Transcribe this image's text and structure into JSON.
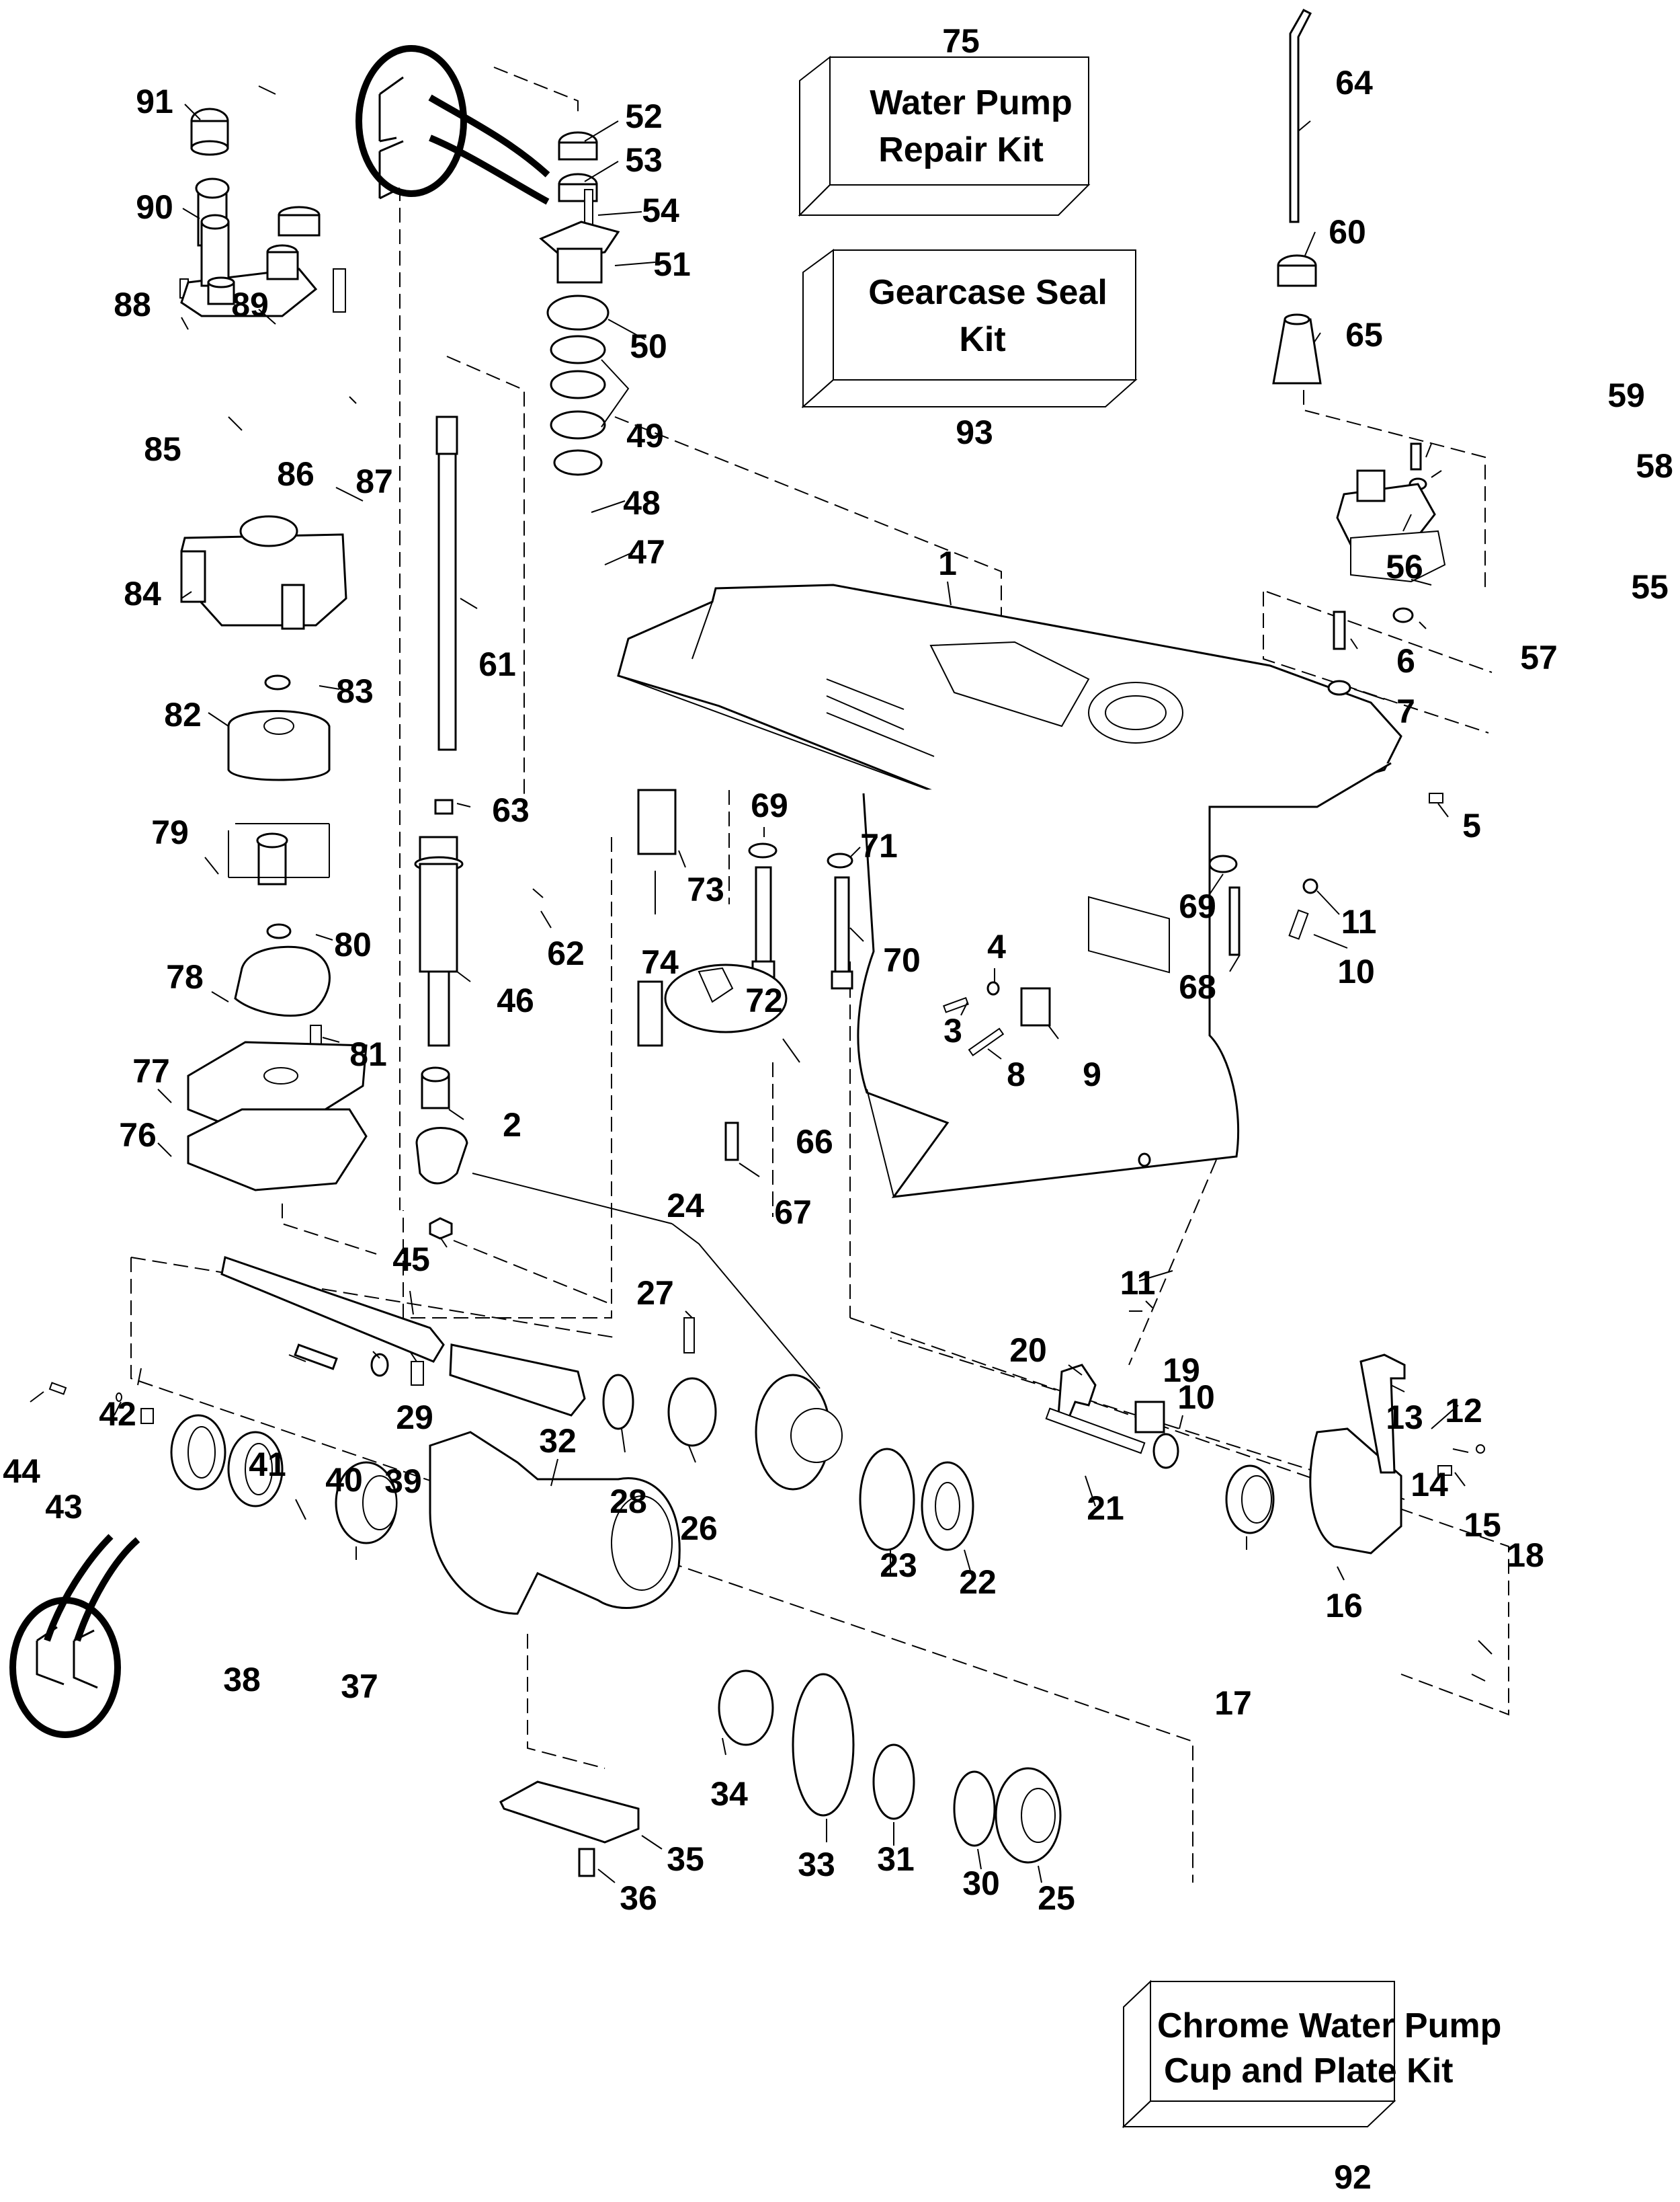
{
  "title": "Gearcase Exploded Parts Diagram",
  "callouts": [
    {
      "num": "1"
    },
    {
      "num": "2"
    },
    {
      "num": "3"
    },
    {
      "num": "4"
    },
    {
      "num": "5"
    },
    {
      "num": "6"
    },
    {
      "num": "7"
    },
    {
      "num": "8"
    },
    {
      "num": "9"
    },
    {
      "num": "10"
    },
    {
      "num": "10"
    },
    {
      "num": "11"
    },
    {
      "num": "11"
    },
    {
      "num": "12"
    },
    {
      "num": "13"
    },
    {
      "num": "14"
    },
    {
      "num": "15"
    },
    {
      "num": "16"
    },
    {
      "num": "17"
    },
    {
      "num": "18"
    },
    {
      "num": "19"
    },
    {
      "num": "20"
    },
    {
      "num": "21"
    },
    {
      "num": "22"
    },
    {
      "num": "23"
    },
    {
      "num": "24"
    },
    {
      "num": "25"
    },
    {
      "num": "26"
    },
    {
      "num": "27"
    },
    {
      "num": "28"
    },
    {
      "num": "29"
    },
    {
      "num": "30"
    },
    {
      "num": "31"
    },
    {
      "num": "32"
    },
    {
      "num": "33"
    },
    {
      "num": "34"
    },
    {
      "num": "35"
    },
    {
      "num": "36"
    },
    {
      "num": "37"
    },
    {
      "num": "38"
    },
    {
      "num": "39"
    },
    {
      "num": "40"
    },
    {
      "num": "41"
    },
    {
      "num": "42"
    },
    {
      "num": "43"
    },
    {
      "num": "44"
    },
    {
      "num": "45"
    },
    {
      "num": "46"
    },
    {
      "num": "47"
    },
    {
      "num": "48"
    },
    {
      "num": "49"
    },
    {
      "num": "50"
    },
    {
      "num": "51"
    },
    {
      "num": "52"
    },
    {
      "num": "53"
    },
    {
      "num": "54"
    },
    {
      "num": "55"
    },
    {
      "num": "56"
    },
    {
      "num": "57"
    },
    {
      "num": "58"
    },
    {
      "num": "59"
    },
    {
      "num": "60"
    },
    {
      "num": "61"
    },
    {
      "num": "62"
    },
    {
      "num": "63"
    },
    {
      "num": "64"
    },
    {
      "num": "65"
    },
    {
      "num": "66"
    },
    {
      "num": "67"
    },
    {
      "num": "68"
    },
    {
      "num": "69"
    },
    {
      "num": "69"
    },
    {
      "num": "70"
    },
    {
      "num": "71"
    },
    {
      "num": "72"
    },
    {
      "num": "73"
    },
    {
      "num": "74"
    },
    {
      "num": "76"
    },
    {
      "num": "77"
    },
    {
      "num": "78"
    },
    {
      "num": "79"
    },
    {
      "num": "80"
    },
    {
      "num": "81"
    },
    {
      "num": "82"
    },
    {
      "num": "83"
    },
    {
      "num": "84"
    },
    {
      "num": "85"
    },
    {
      "num": "86"
    },
    {
      "num": "87"
    },
    {
      "num": "88"
    },
    {
      "num": "89"
    },
    {
      "num": "90"
    },
    {
      "num": "91"
    }
  ],
  "kits": {
    "water_pump": {
      "num": "75",
      "line1": "Water Pump",
      "line2": "Repair Kit"
    },
    "gearcase_seal": {
      "num": "93",
      "line1": "Gearcase Seal",
      "line2": "Kit"
    },
    "chrome_water_pump": {
      "num": "92",
      "line1": "Chrome Water Pump",
      "line2": "Cup and Plate Kit"
    }
  }
}
